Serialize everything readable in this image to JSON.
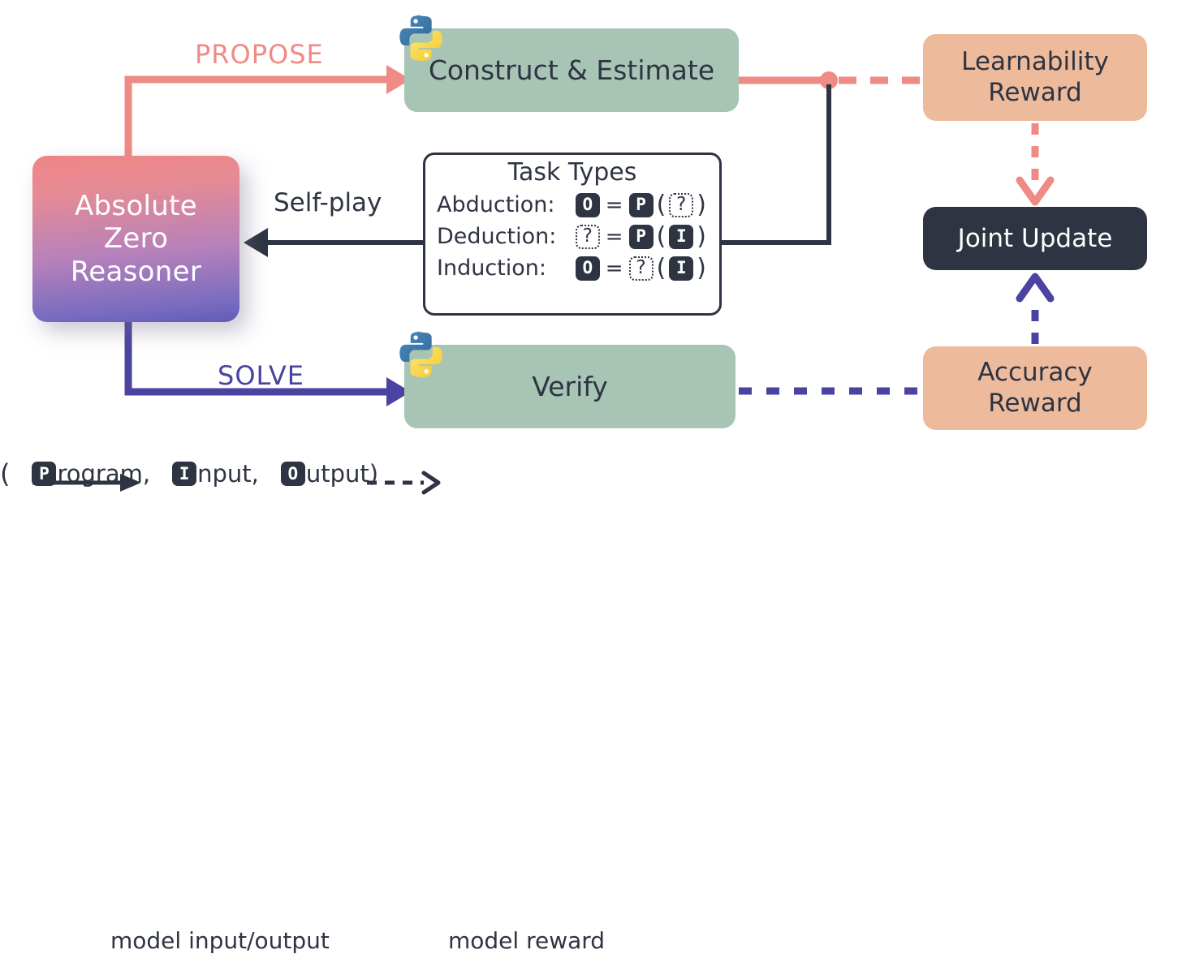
{
  "diagram": {
    "title": "Absolute Zero Reasoner self-play loop",
    "colors": {
      "green": "#a7c4b5",
      "peach": "#edbb9c",
      "dark": "#2e3442",
      "pink": "#ef8a85",
      "blue": "#4a43a0",
      "gradient_start": "#ef8585",
      "gradient_end": "#5f5cb8"
    }
  },
  "nodes": {
    "reasoner": {
      "label": "Absolute\nZero\nReasoner",
      "line1": "Absolute",
      "line2": "Zero",
      "line3": "Reasoner"
    },
    "construct": {
      "label": "Construct & Estimate"
    },
    "verify": {
      "label": "Verify"
    },
    "learnability_reward": {
      "line1": "Learnability",
      "line2": "Reward"
    },
    "accuracy_reward": {
      "line1": "Accuracy",
      "line2": "Reward"
    },
    "joint_update": {
      "label": "Joint Update"
    }
  },
  "edges": {
    "propose": {
      "label": "PROPOSE",
      "color": "#ef8a85"
    },
    "solve": {
      "label": "SOLVE",
      "color": "#4a43a0"
    },
    "selfplay": {
      "label": "Self-play",
      "color": "#2e3442"
    }
  },
  "task_types": {
    "title": "Task Types",
    "rows": [
      {
        "name": "Abduction:",
        "lhs": "O",
        "lhs_kind": "token",
        "rhs_fn": "P",
        "rhs_fn_kind": "token",
        "arg": "?",
        "arg_kind": "unknown"
      },
      {
        "name": "Deduction:",
        "lhs": "?",
        "lhs_kind": "unknown",
        "rhs_fn": "P",
        "rhs_fn_kind": "token",
        "arg": "I",
        "arg_kind": "token"
      },
      {
        "name": "Induction:",
        "lhs": "O",
        "lhs_kind": "token",
        "rhs_fn": "?",
        "rhs_fn_kind": "unknown",
        "arg": "I",
        "arg_kind": "token"
      }
    ],
    "equals": "=",
    "open_paren": "(",
    "close_paren": ")"
  },
  "legend": {
    "model_io": "model input/output",
    "model_reward": "model reward",
    "tuple": {
      "open": "(",
      "program_token": "P",
      "program_rest": "rogram,",
      "input_token": "I",
      "input_rest": "nput,",
      "output_token": "O",
      "output_rest": "utput)"
    }
  },
  "icons": {
    "python_construct": "python-logo-icon",
    "python_verify": "python-logo-icon"
  }
}
